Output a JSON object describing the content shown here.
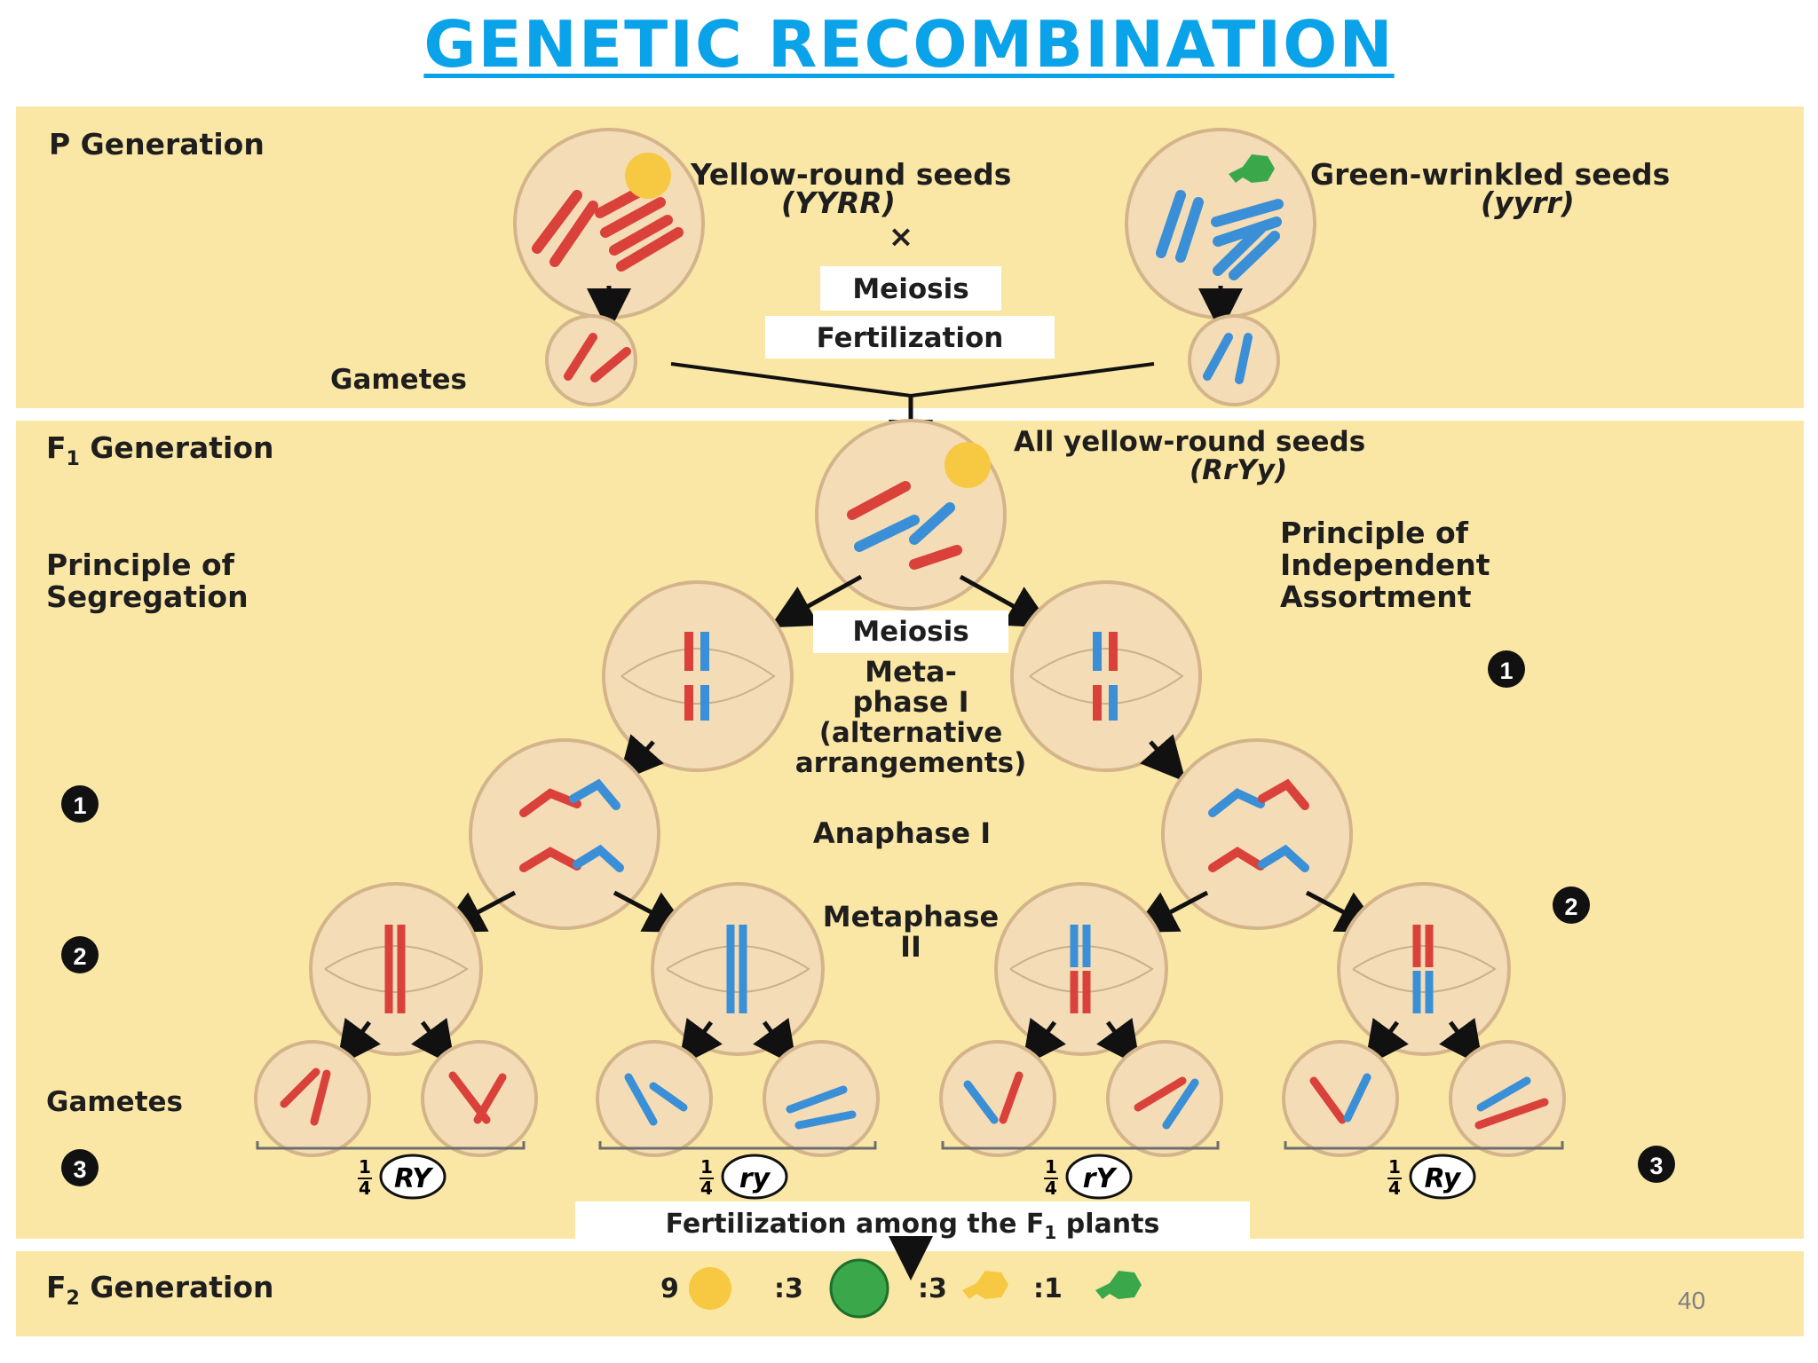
{
  "title": "GENETIC RECOMBINATION",
  "page_number": "40",
  "p_generation": {
    "heading": "P Generation",
    "parent1": {
      "line1": "Yellow-round seeds",
      "line2": "(YYRR)"
    },
    "parent2": {
      "line1": "Green-wrinkled seeds",
      "line2": "(yyrr)"
    },
    "cross_symbol": "×",
    "meiosis": "Meiosis",
    "fertilization": "Fertilization",
    "gametes": "Gametes"
  },
  "f1_generation": {
    "heading_f": "F",
    "heading_sub": "1",
    "heading_rest": " Generation",
    "seeds_line1": "All yellow-round seeds",
    "seeds_line2": "(RrYy)",
    "segregation_line1": "Principle of",
    "segregation_line2": "Segregation",
    "independent_line1": "Principle of",
    "independent_line2": "Independent",
    "independent_line3": "Assortment",
    "meiosis": "Meiosis",
    "metaphase1_line1": "Meta-",
    "metaphase1_line2": "phase I",
    "metaphase1_line3": "(alternative",
    "metaphase1_line4": "arrangements)",
    "anaphase1": "Anaphase I",
    "metaphase2_line1": "Metaphase",
    "metaphase2_line2": "II",
    "gametes": "Gametes",
    "step1": "1",
    "step2": "2",
    "step3": "3",
    "fraction_num": "1",
    "fraction_den": "4",
    "gamete_types": [
      "RY",
      "ry",
      "rY",
      "Ry"
    ],
    "fertilization_pre": "Fertilization among the F",
    "fertilization_sub": "1",
    "fertilization_post": " plants"
  },
  "f2_generation": {
    "heading_f": "F",
    "heading_sub": "2",
    "heading_rest": " Generation",
    "ratio": [
      "9",
      ":3",
      ":3",
      ":1"
    ]
  },
  "colors": {
    "title": "#0aa2e8",
    "panel": "#fbe7a5",
    "red_chromosome": "#d9413a",
    "blue_chromosome": "#3a8fd6",
    "yellow_seed": "#f7c842",
    "green_seed": "#3aa84a"
  }
}
